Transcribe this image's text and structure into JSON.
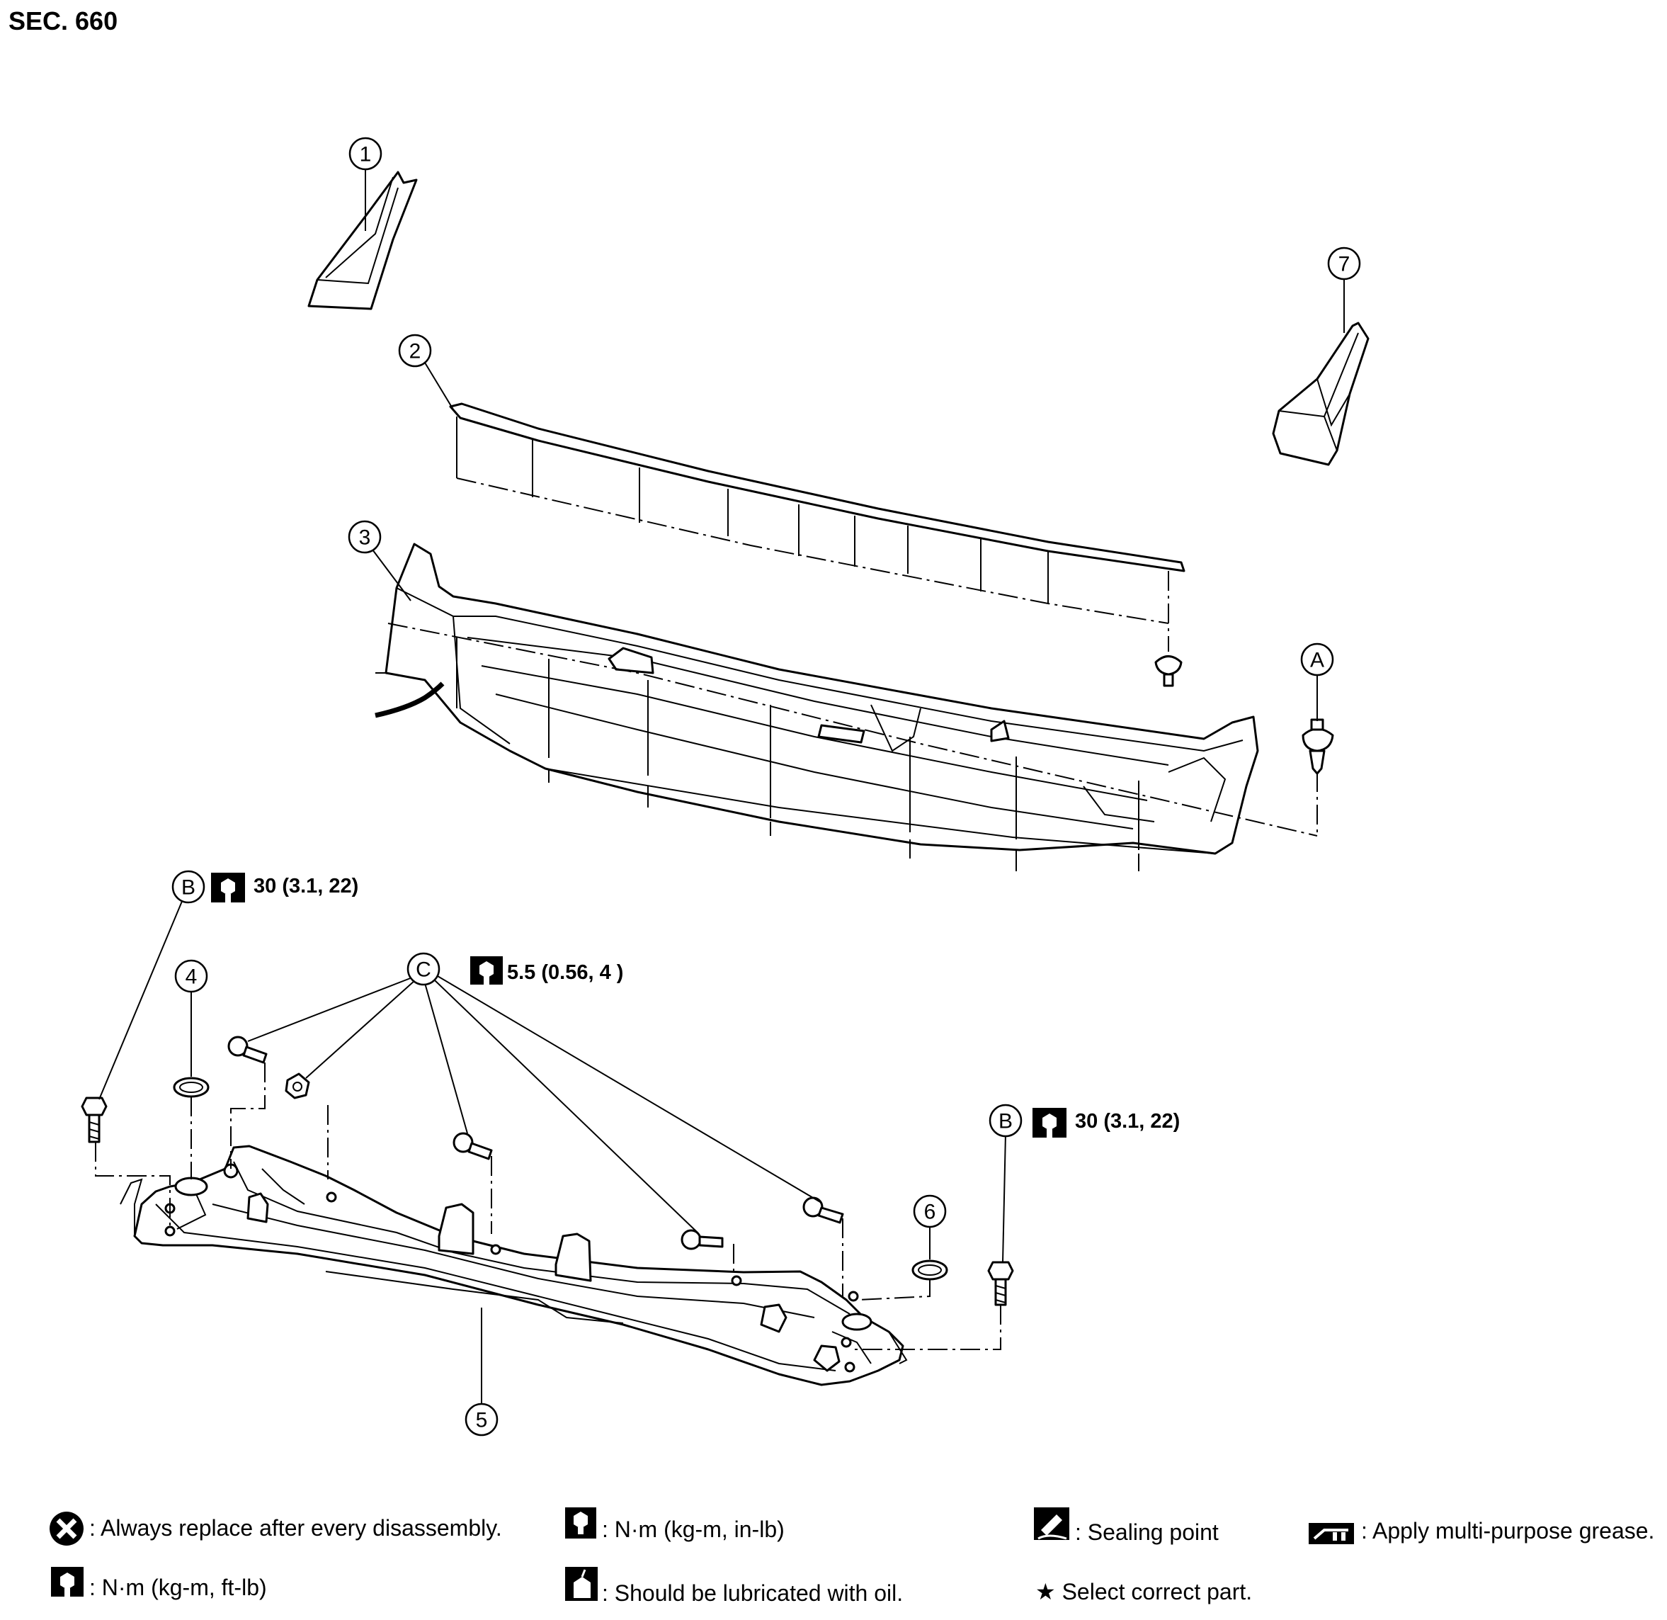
{
  "section": {
    "title": "SEC. 660"
  },
  "callouts": {
    "part1": "1",
    "part2": "2",
    "part3": "3",
    "part4": "4",
    "part5": "5",
    "part6": "6",
    "part7": "7",
    "refA": "A",
    "refB_left": "B",
    "refB_right": "B",
    "refC": "C"
  },
  "torque": {
    "b_left": "30 (3.1, 22)",
    "c": "5.5 (0.56, 4 )",
    "b_right": "30 (3.1, 22)"
  },
  "legend": {
    "always_replace": ": Always replace after every disassembly.",
    "nm_in_lb": ": N·m (kg-m, in-lb)",
    "sealing_point": ": Sealing point",
    "grease": ": Apply multi-purpose grease.",
    "nm_ft_lb": ": N·m (kg-m, ft-lb)",
    "lubricate_oil": ": Should be lubricated with oil.",
    "select_part": "★ Select correct part."
  },
  "icons": {
    "replace": "x-circle-icon",
    "torque": "torque-wrench-icon",
    "sealant": "sealant-icon",
    "grease": "grease-icon",
    "oil": "oil-can-icon"
  }
}
